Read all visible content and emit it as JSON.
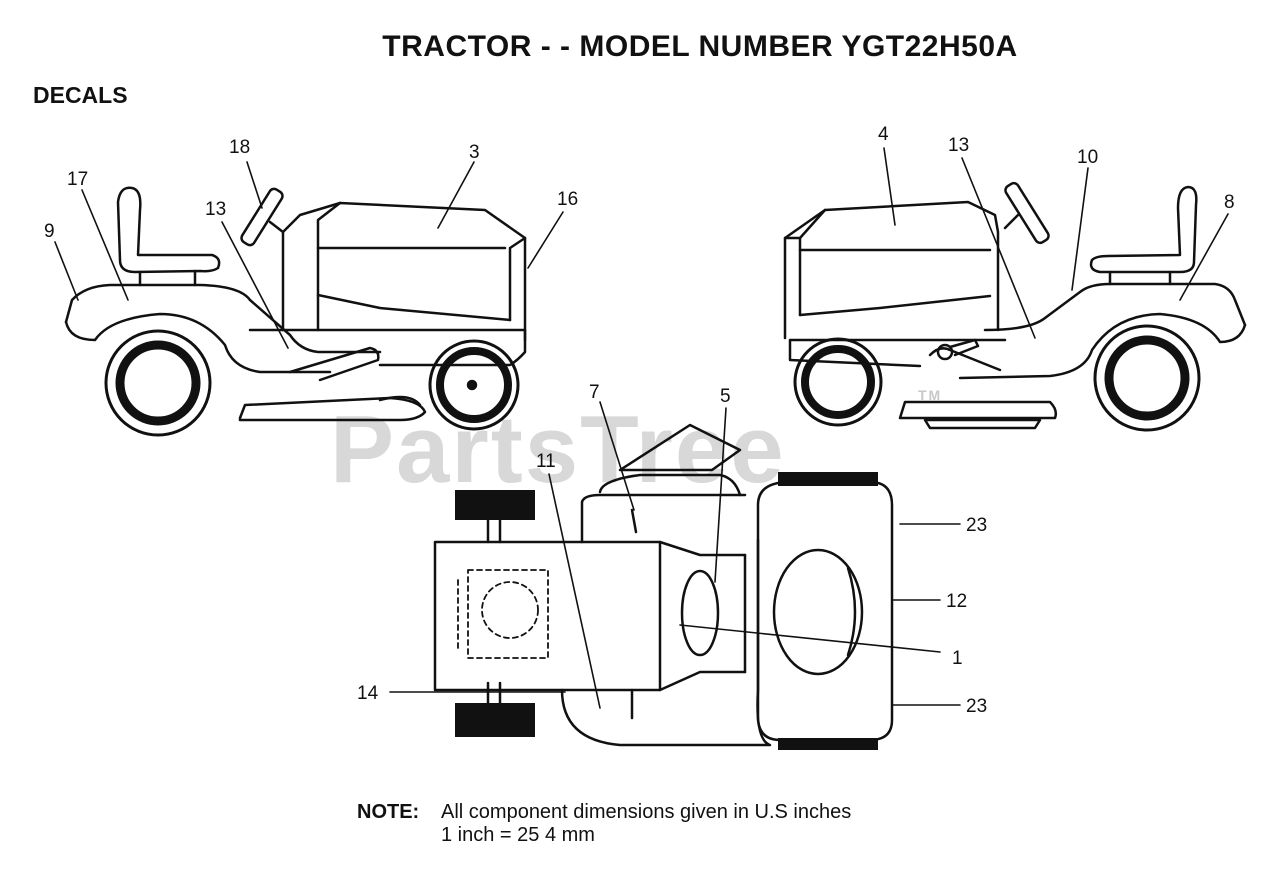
{
  "title": "TRACTOR - - MODEL NUMBER YGT22H50A",
  "section": "DECALS",
  "watermark": "PartsTree",
  "watermark_tm": "TM",
  "callouts": {
    "c18": "18",
    "c17": "17",
    "c9": "9",
    "c13_left": "13",
    "c3": "3",
    "c16": "16",
    "c4": "4",
    "c13_right": "13",
    "c10": "10",
    "c8": "8",
    "c7": "7",
    "c5": "5",
    "c11": "11",
    "c23_top": "23",
    "c12": "12",
    "c1": "1",
    "c23_bottom": "23",
    "c14": "14"
  },
  "note": {
    "label": "NOTE:",
    "line1": "All component dimensions given in U.S  inches",
    "line2": "1 inch = 25 4 mm"
  }
}
